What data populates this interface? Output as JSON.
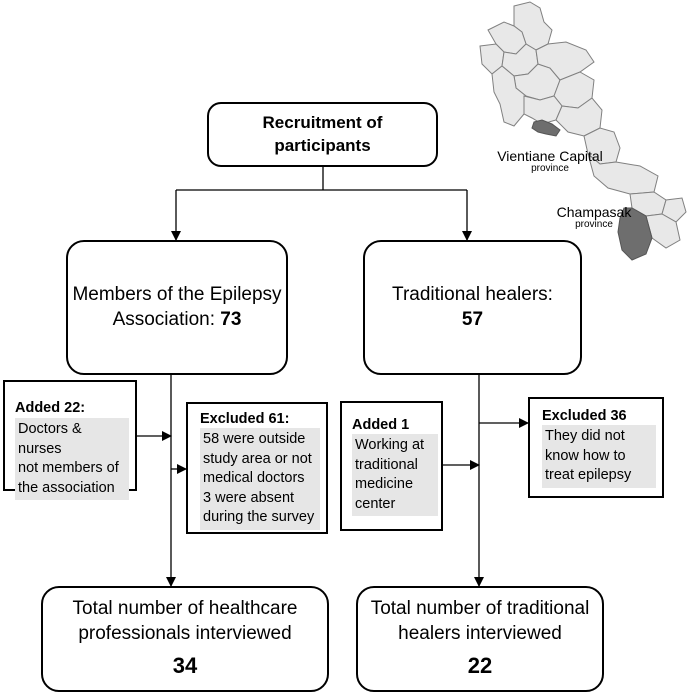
{
  "recruitment": {
    "line1": "Recruitment of",
    "line2": "participants"
  },
  "epilepsy_assoc": {
    "line1": "Members of the Epilepsy",
    "line2_text": "Association: ",
    "count": "73"
  },
  "healers": {
    "line1": "Traditional healers:",
    "count": "57"
  },
  "added_22": {
    "title": "Added 22:",
    "lines": [
      "Doctors & nurses",
      "not members of",
      "the association"
    ]
  },
  "excluded_61": {
    "title": "Excluded 61:",
    "lines": [
      "58 were outside",
      "study area or not",
      "medical doctors",
      "3 were absent",
      "during the survey"
    ]
  },
  "added_1": {
    "title": "Added 1",
    "lines": [
      "Working at",
      "traditional",
      "medicine",
      "center"
    ]
  },
  "excluded_36": {
    "title": "Excluded 36",
    "lines": [
      "They did not",
      "know how to",
      "treat epilepsy"
    ]
  },
  "total_hcp": {
    "line1": "Total number of healthcare",
    "line2": "professionals interviewed",
    "count": "34"
  },
  "total_healers": {
    "line1": "Total number of traditional",
    "line2": "healers interviewed",
    "count": "22"
  },
  "map": {
    "vientiane": {
      "name": "Vientiane Capital",
      "sub": "province"
    },
    "champasak": {
      "name": "Champasak",
      "sub": "province"
    },
    "colors": {
      "fill": "#e8e8e8",
      "highlight": "#6e6e6e",
      "border": "#808080"
    }
  }
}
